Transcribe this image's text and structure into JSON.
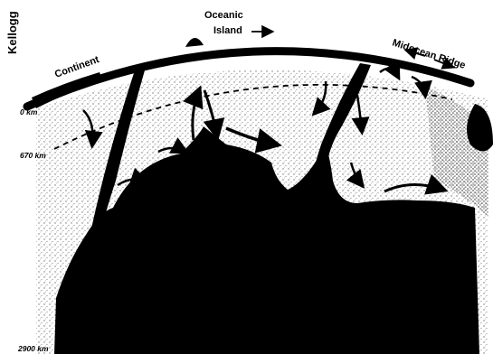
{
  "side_label": "Kellogg",
  "labels": {
    "continent": "Continent",
    "oceanic_island_line1": "Oceanic",
    "oceanic_island_line2": "Island",
    "midocean_ridge": "Midocean Ridge"
  },
  "depths": {
    "d0": "0 km",
    "d670": "670 km",
    "d2900": "2900 km"
  },
  "colors": {
    "ink": "#000000",
    "paper": "#ffffff",
    "stipple": "#9a9a9a"
  }
}
